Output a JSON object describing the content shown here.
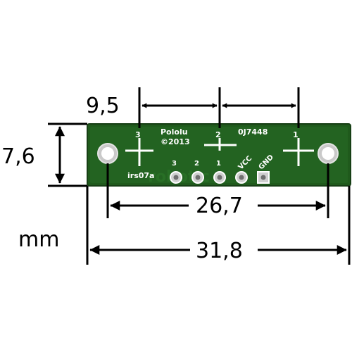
{
  "dimensions": {
    "pad_spacing": "9,5",
    "height": "7,6",
    "hole_spacing": "26,7",
    "total_width": "31,8",
    "unit": "mm"
  },
  "pcb": {
    "brand": "Pololu",
    "copyright": "©2013",
    "code": "0J7448",
    "model": "irs07a",
    "sensor_labels": [
      "3",
      "2",
      "1"
    ],
    "pin_labels": [
      "3",
      "2",
      "1",
      "VCC",
      "GND"
    ],
    "watermark": "robotic"
  },
  "colors": {
    "pcb": "#1f5a1c",
    "pcb_edge": "#173f15",
    "silkscreen": "#ffffff",
    "dimension": "#000000"
  }
}
